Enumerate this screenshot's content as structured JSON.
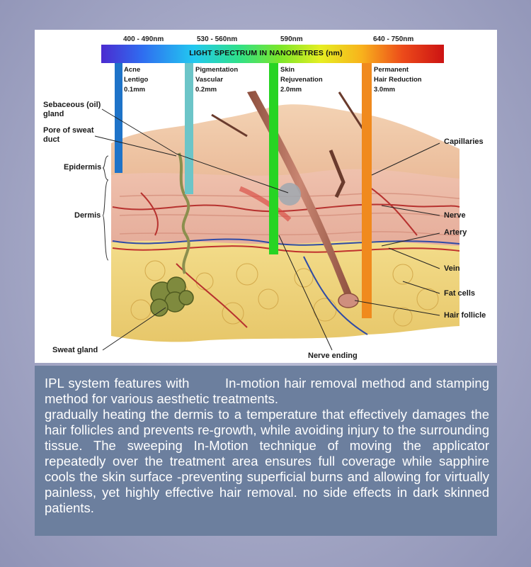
{
  "spectrum": {
    "title": "LIGHT SPECTRUM IN NANOMETRES (nm)",
    "ranges": [
      "400 - 490nm",
      "530 - 560nm",
      "590nm",
      "640 - 750nm"
    ],
    "bands": [
      {
        "lines": [
          "Acne",
          "Lentigo",
          "0.1mm"
        ],
        "color": "#1e73c8"
      },
      {
        "lines": [
          "Pigmentation",
          "Vascular",
          "0.2mm"
        ],
        "color": "#6cc5c8"
      },
      {
        "lines": [
          "Skin",
          "Rejuvenation",
          "2.0mm"
        ],
        "color": "#27d423"
      },
      {
        "lines": [
          "Permanent",
          "Hair Reduction",
          "3.0mm"
        ],
        "color": "#f08a1e"
      }
    ]
  },
  "labels_left": {
    "sebaceous_1": "Sebaceous (oil)",
    "sebaceous_2": "gland",
    "pore_1": "Pore of sweat",
    "pore_2": "duct",
    "epidermis": "Epidermis",
    "dermis": "Dermis",
    "sweat_gland": "Sweat gland"
  },
  "labels_right": {
    "capillaries": "Capillaries",
    "nerve": "Nerve",
    "artery": "Artery",
    "vein": "Vein",
    "fat_cells": "Fat cells",
    "hair_follicle": "Hair follicle",
    "nerve_ending": "Nerve ending"
  },
  "description": {
    "line1": "IPL system features with        In-motion hair removal method and stamping method for various aesthetic treatments.",
    "line2": "gradually heating the dermis to a temperature that effectively damages the hair follicles and prevents re-growth, while avoiding injury to the surrounding tissue. The sweeping In-Motion technique of moving the applicator repeatedly over the treatment area ensures full coverage while sapphire cools the skin surface -preventing superficial burns and allowing for virtually painless, yet highly effective hair removal. no side effects in dark skinned patients."
  }
}
